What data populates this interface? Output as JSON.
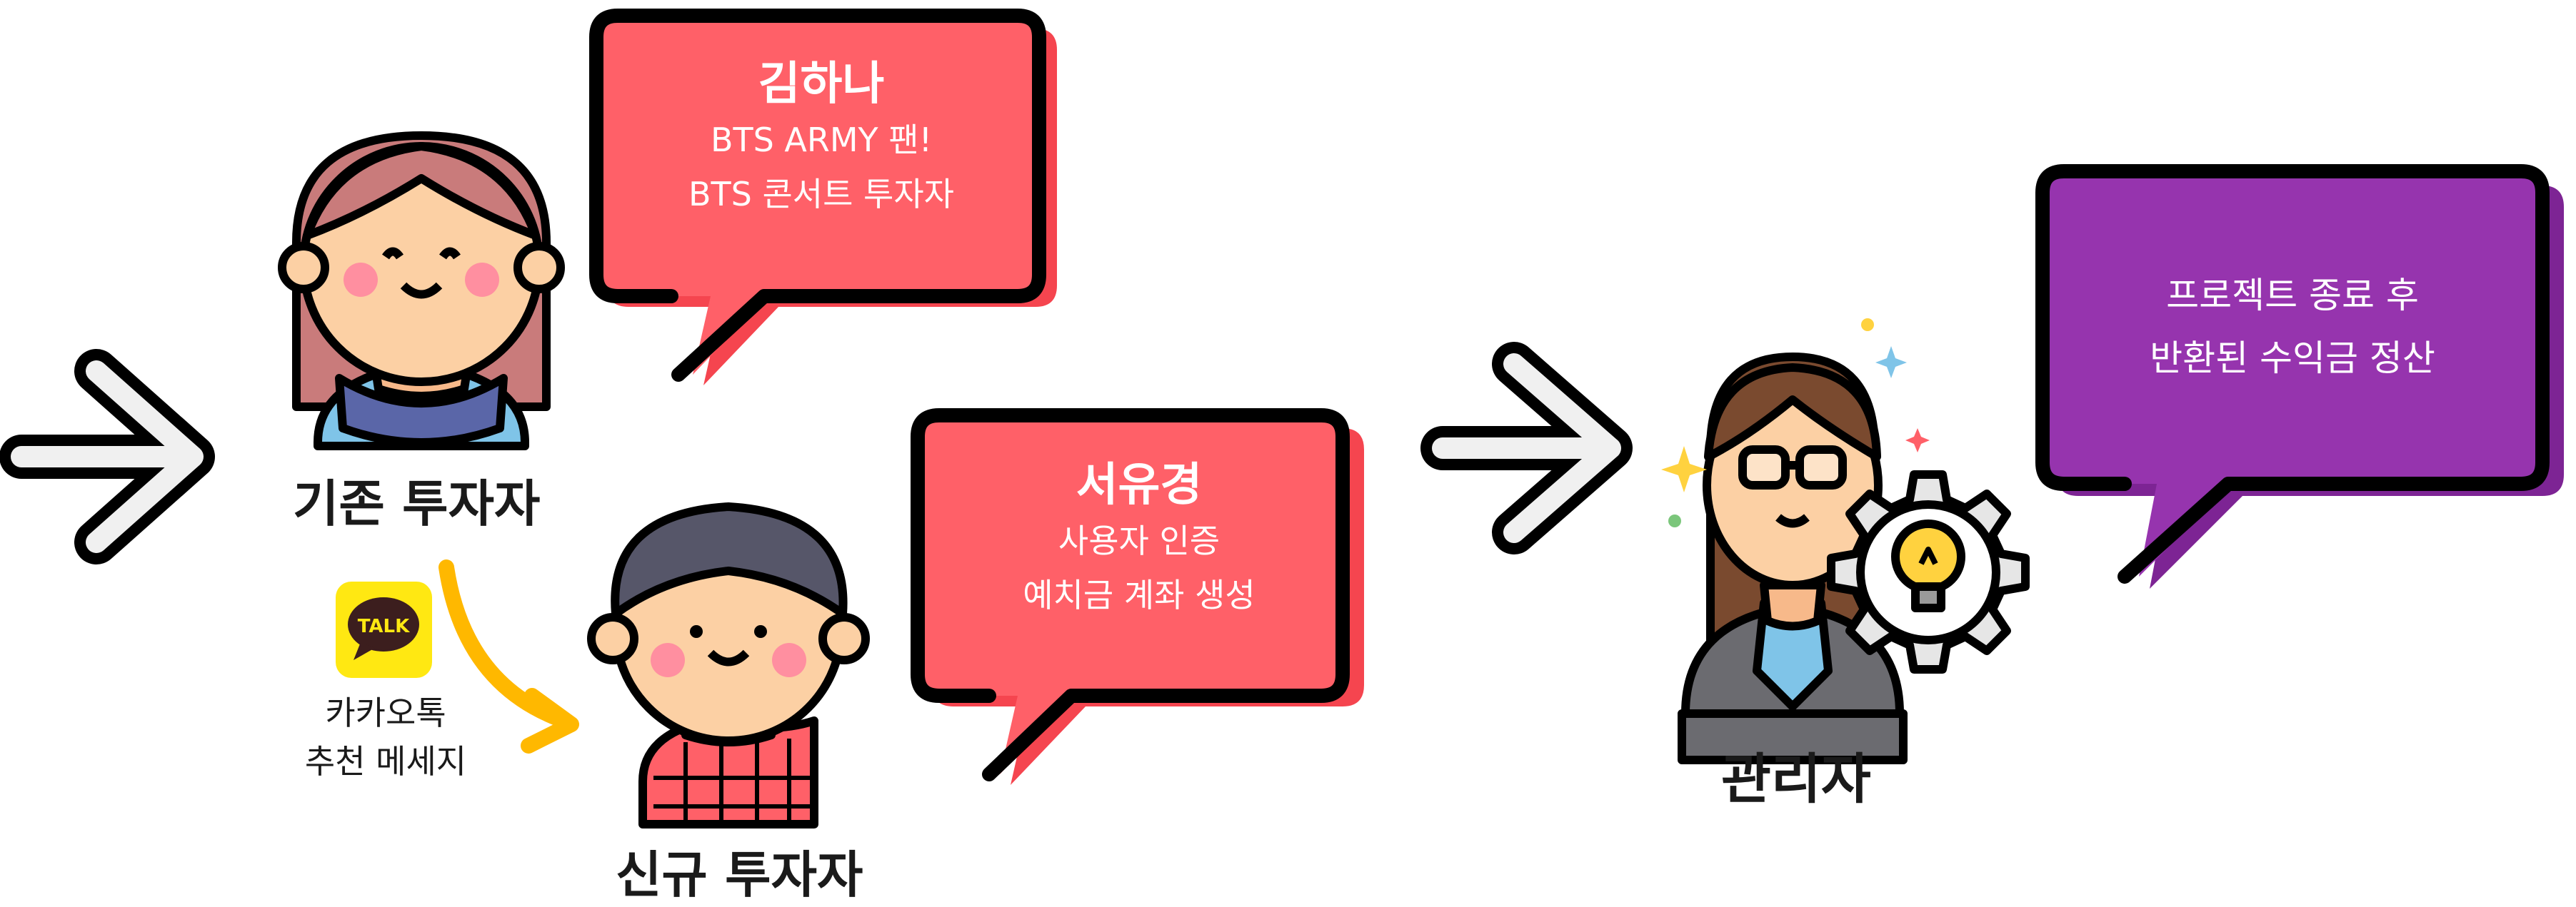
{
  "existing_investor": {
    "label": "기존 투자자",
    "bubble": {
      "name": "김하나",
      "line1": "BTS ARMY 팬!",
      "line2": "BTS 콘서트 투자자"
    }
  },
  "referral": {
    "app_icon_text": "TALK",
    "line1": "카카오톡",
    "line2": "추천 메세지"
  },
  "new_investor": {
    "label": "신규 투자자",
    "bubble": {
      "name": "서유경",
      "line1": "사용자 인증",
      "line2": "예치금 계좌 생성"
    }
  },
  "admin": {
    "label": "관리자",
    "bubble": {
      "line1": "프로젝트 종료 후",
      "line2": "반환된 수익금 정산"
    }
  },
  "colors": {
    "bubble_red": "#ff6068",
    "bubble_red_shadow": "#f5454f",
    "bubble_purple": "#9634ae",
    "bubble_purple_shadow": "#7d2494",
    "outline": "#000000",
    "kakao_yellow": "#ffe812",
    "referral_arrow": "#ffb800"
  },
  "icons": [
    "arrow-right-icon",
    "girl-avatar-icon",
    "boy-avatar-icon",
    "kakaotalk-icon",
    "curved-arrow-icon",
    "businesswoman-avatar-icon",
    "gear-lightbulb-icon",
    "sparkle-icon"
  ]
}
